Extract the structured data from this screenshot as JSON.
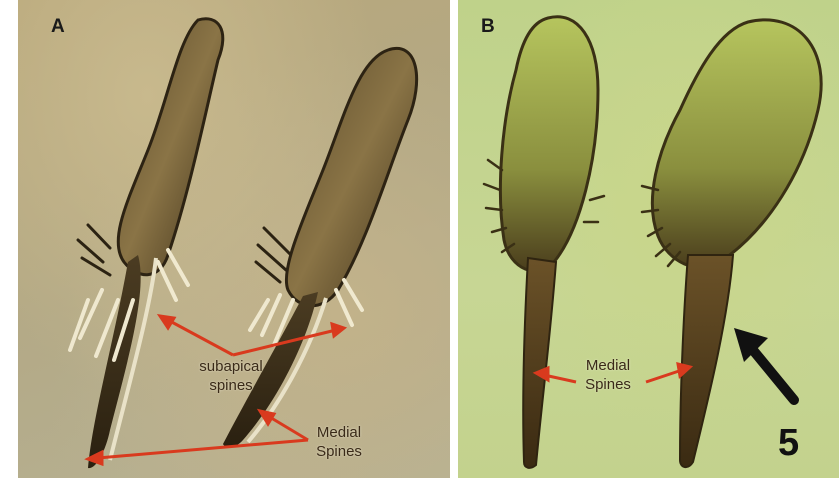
{
  "panels": [
    {
      "letter": "A"
    },
    {
      "letter": "B"
    }
  ],
  "callouts": {
    "subapical_spines": "subapical\nspines",
    "medial_spines_a": "Medial\nSpines",
    "medial_spines_b": "Medial\nSpines"
  },
  "figure_number": "5",
  "colors": {
    "arrow": "#d93a1e",
    "pointer": "#111111"
  }
}
